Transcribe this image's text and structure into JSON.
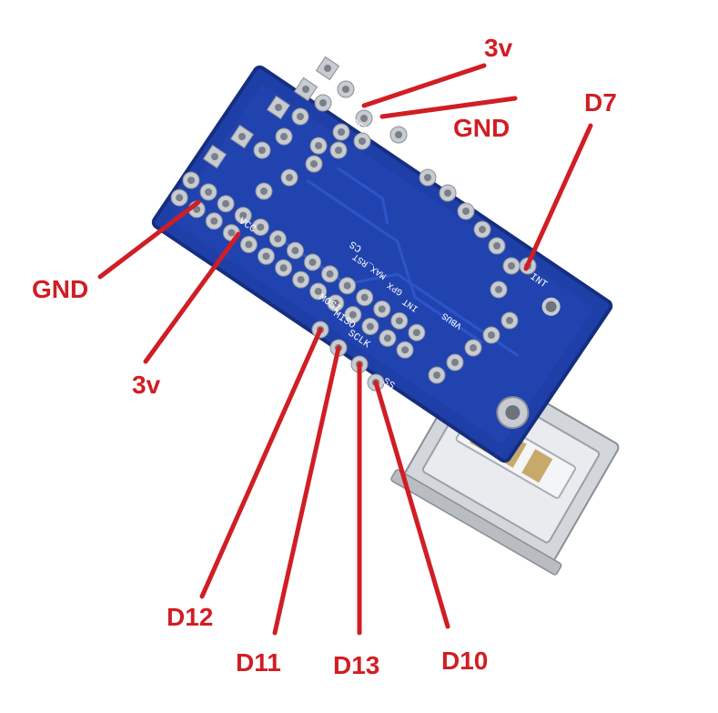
{
  "colors": {
    "board": "#1f3fa8",
    "board_edge": "#152e80",
    "pad": "#c8ccd2",
    "hole": "#9aa0a8",
    "callout": "#d01e24",
    "usb_metal": "#c9ccd0"
  },
  "silkscreen": {
    "max": "MAX",
    "rst": "RST",
    "vcc": "VCC",
    "cs": "CS",
    "max_rst": "MAX_RST",
    "gpx": "GPX",
    "int_center": "INT",
    "int_edge": "INT",
    "vbus": "VBUS",
    "mosi": "MOSI",
    "miso": "MISO",
    "sclk": "SCLK",
    "ss": "SS"
  },
  "callouts": {
    "top_3v": "3v",
    "top_gnd": "GND",
    "d7": "D7",
    "left_gnd": "GND",
    "left_3v": "3v",
    "d12": "D12",
    "d11": "D11",
    "d13": "D13",
    "d10": "D10"
  }
}
